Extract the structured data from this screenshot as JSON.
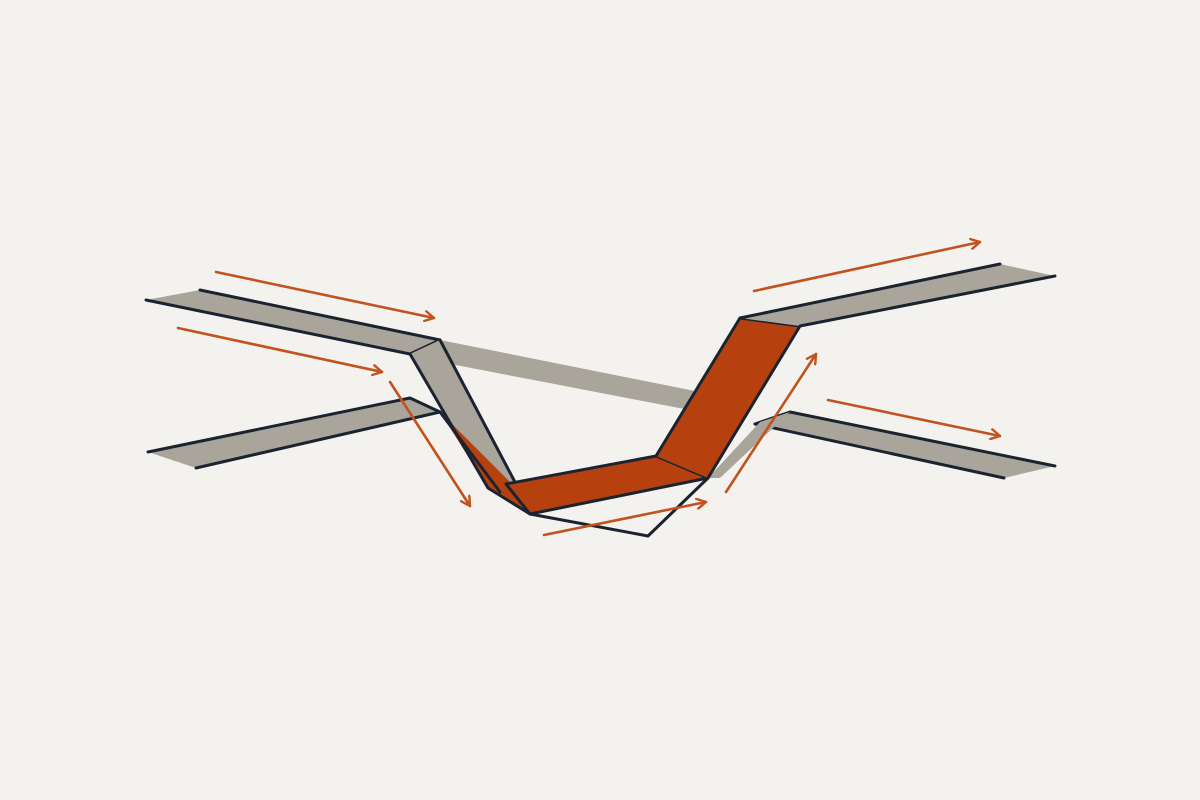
{
  "diagram": {
    "colors": {
      "background": "#f3f2ee",
      "strip_gray": "#aaa59b",
      "strip_orange": "#b7410e",
      "outline": "#1c2330",
      "arrow": "#c2521e"
    },
    "strips": [
      {
        "name": "upper-left-strip",
        "color": "strip_gray"
      },
      {
        "name": "lower-left-strip",
        "color": "strip_gray"
      },
      {
        "name": "upper-right-strip",
        "color": "strip_gray"
      },
      {
        "name": "lower-right-strip",
        "color": "strip_gray"
      },
      {
        "name": "back-crossing-strip",
        "color": "strip_gray"
      },
      {
        "name": "left-descending-strip",
        "color": "strip_gray"
      },
      {
        "name": "trough-bottom-strip",
        "color": "strip_orange"
      },
      {
        "name": "right-ascending-strip",
        "color": "strip_orange"
      }
    ],
    "arrows": [
      "arrow-upper-left",
      "arrow-lower-left",
      "arrow-left-down",
      "arrow-trough-bottom",
      "arrow-right-up",
      "arrow-upper-right",
      "arrow-lower-right"
    ]
  }
}
